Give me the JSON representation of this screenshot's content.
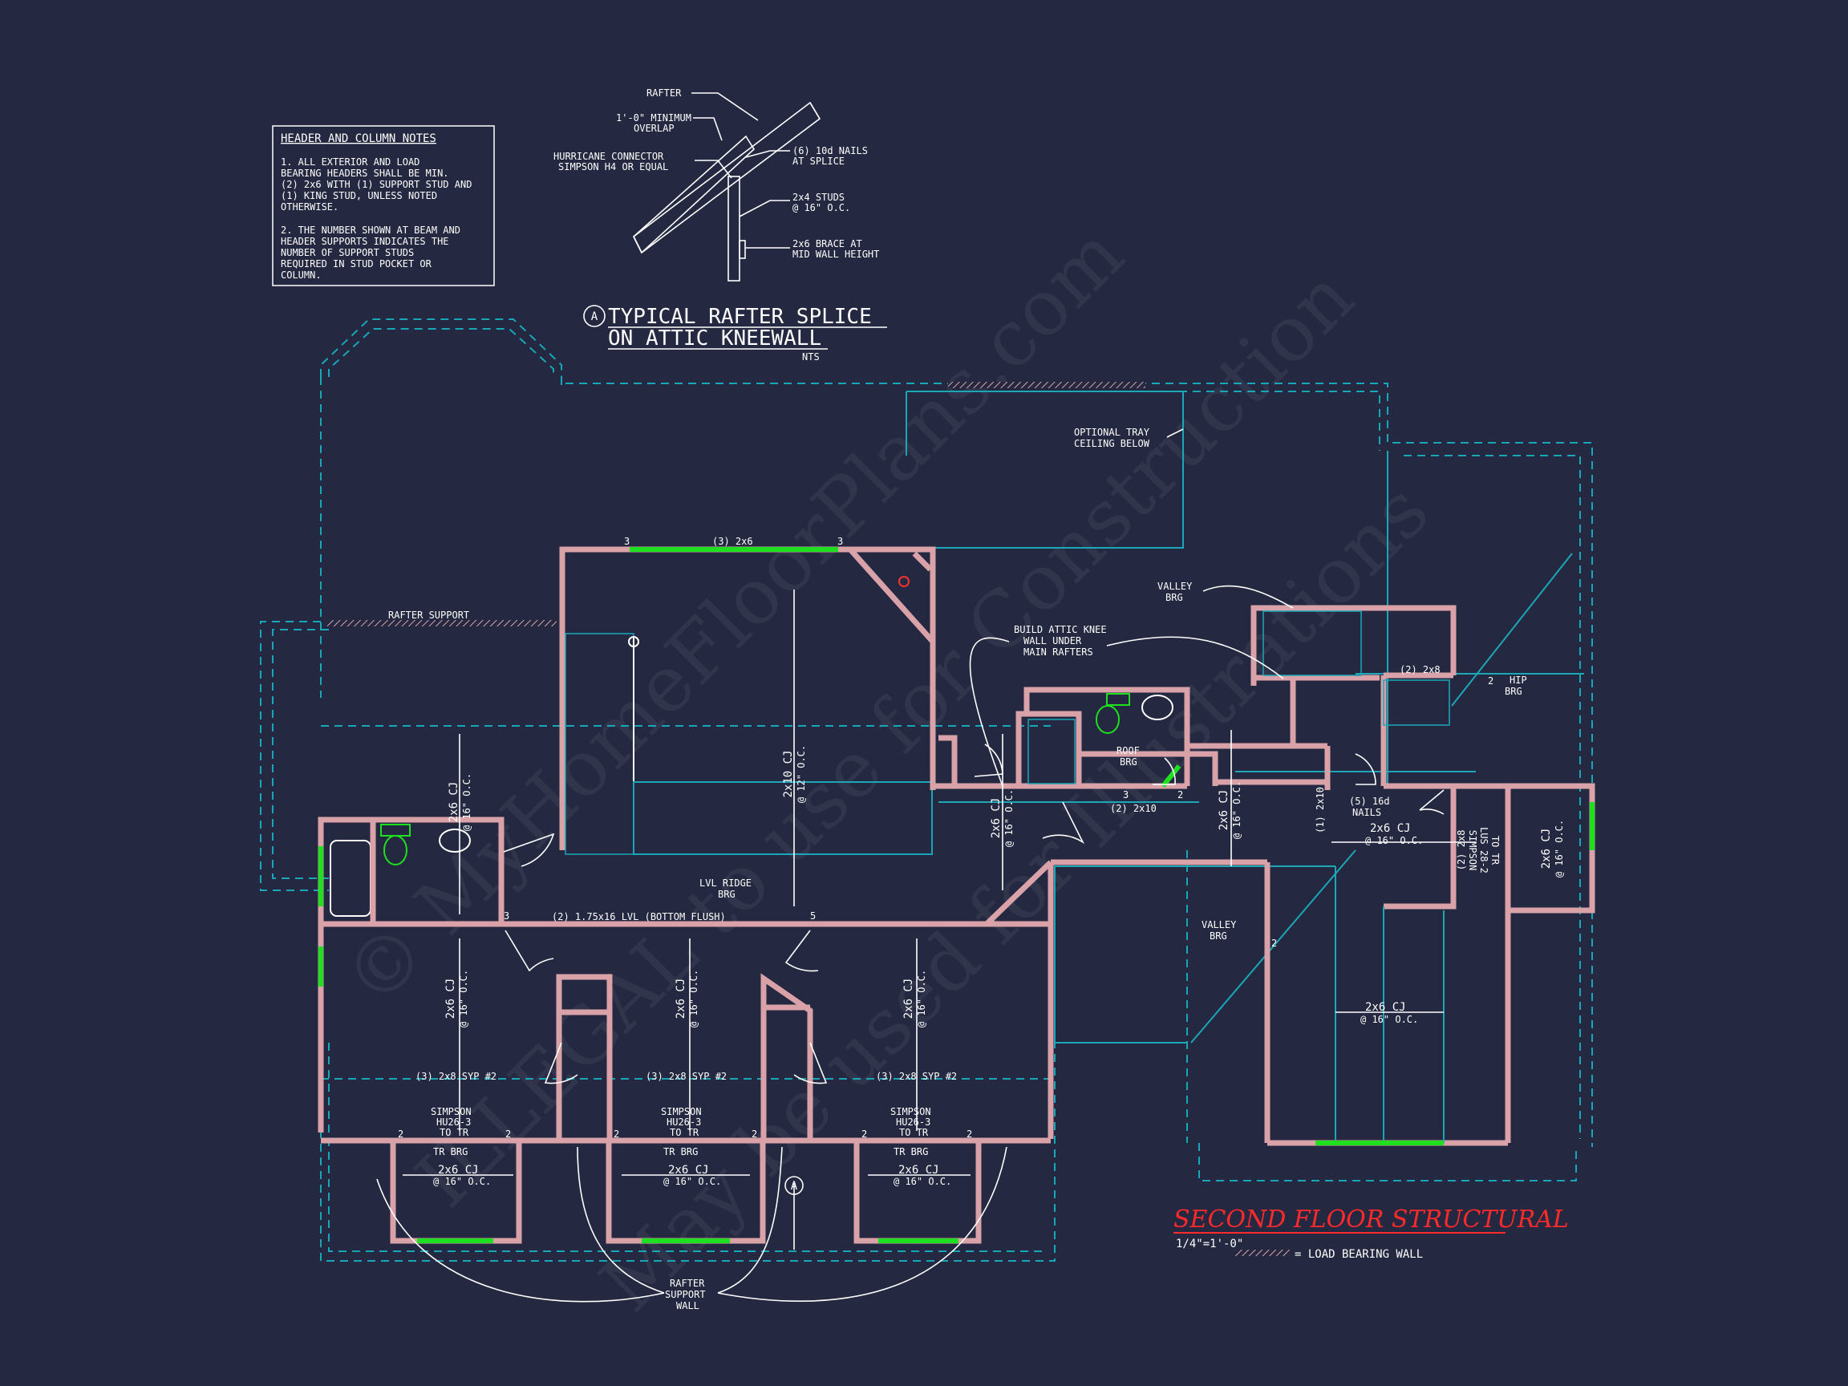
{
  "notes": {
    "title": "HEADER AND COLUMN NOTES",
    "lines": [
      "1. ALL EXTERIOR AND LOAD",
      "BEARING HEADERS SHALL BE MIN.",
      "(2) 2x6 WITH (1) SUPPORT STUD AND",
      "(1) KING STUD, UNLESS NOTED",
      "OTHERWISE.",
      "",
      "2. THE NUMBER SHOWN AT BEAM AND",
      "HEADER SUPPORTS INDICATES THE",
      "NUMBER OF SUPPORT STUDS",
      "REQUIRED IN STUD POCKET OR",
      "COLUMN."
    ]
  },
  "detail": {
    "rafter": "RAFTER",
    "overlap_1": "1'-0\" MINIMUM",
    "overlap_2": "OVERLAP",
    "hurricane_1": "HURRICANE CONNECTOR",
    "hurricane_2": "SIMPSON H4 OR EQUAL",
    "nails_1": "(6) 10d NAILS",
    "nails_2": "AT SPLICE",
    "studs_1": "2x4 STUDS",
    "studs_2": "@ 16\" O.C.",
    "brace_1": "2x6 BRACE AT",
    "brace_2": "MID WALL HEIGHT",
    "marker": "A",
    "title_1": "TYPICAL RAFTER SPLICE",
    "title_2": "ON ATTIC KNEEWALL",
    "scale": "NTS"
  },
  "plan_labels": {
    "rafter_support_top": "RAFTER SUPPORT",
    "header_3_2x6": "(3) 2x6",
    "num_3": "3",
    "num_2": "2",
    "num_5": "5",
    "cj_2x10": "2x10 CJ",
    "cj_12": "@ 12\" O.C.",
    "cj_2x6": "2x6 CJ",
    "cj_16": "@ 16\" O.C.",
    "optional_1": "OPTIONAL TRAY",
    "optional_2": "CEILING BELOW",
    "valley_1": "VALLEY",
    "valley_2": "BRG",
    "attic_1": "BUILD ATTIC KNEE",
    "attic_2": "WALL UNDER",
    "attic_3": "MAIN RAFTERS",
    "hip_1": "HIP",
    "hip_2": "BRG",
    "header_2x8": "(2) 2x8",
    "roof_1": "ROOF",
    "roof_2": "BRG",
    "header_2x10": "(2) 2x10",
    "header_1_2x10": "(1) 2x10",
    "nails16_1": "(5) 16d",
    "nails16_2": "NAILS",
    "simpson_lus_1": "SIMPSON",
    "simpson_lus_2": "LUS 28-2",
    "simpson_lus_3": "TO TR",
    "lvl_1": "LVL RIDGE",
    "lvl_2": "BRG",
    "lvl_beam": "(2) 1.75x16 LVL (BOTTOM FLUSH)",
    "syp": "(3) 2x8 SYP #2",
    "simpson_1": "SIMPSON",
    "simpson_2": "HU26-3",
    "simpson_3": "TO TR",
    "tr_brg": "TR BRG",
    "rafter_wall_1": "RAFTER",
    "rafter_wall_2": "SUPPORT",
    "rafter_wall_3": "WALL",
    "section_a": "A"
  },
  "title_block": {
    "title": "SECOND FLOOR STRUCTURAL",
    "scale": "1/4\"=1'-0\"",
    "legend": "= LOAD BEARING WALL"
  },
  "watermark": {
    "line_1": "© MyHomeFloorPlans.com",
    "line_2": "ILLEGAL to use for Construction",
    "line_3": "May be used for Illustrations"
  },
  "colors": {
    "background": "#242840",
    "wall": "#d9a2a8",
    "dashed": "#18a7b8",
    "window": "#1fe01f",
    "title": "#ff2a2a"
  }
}
